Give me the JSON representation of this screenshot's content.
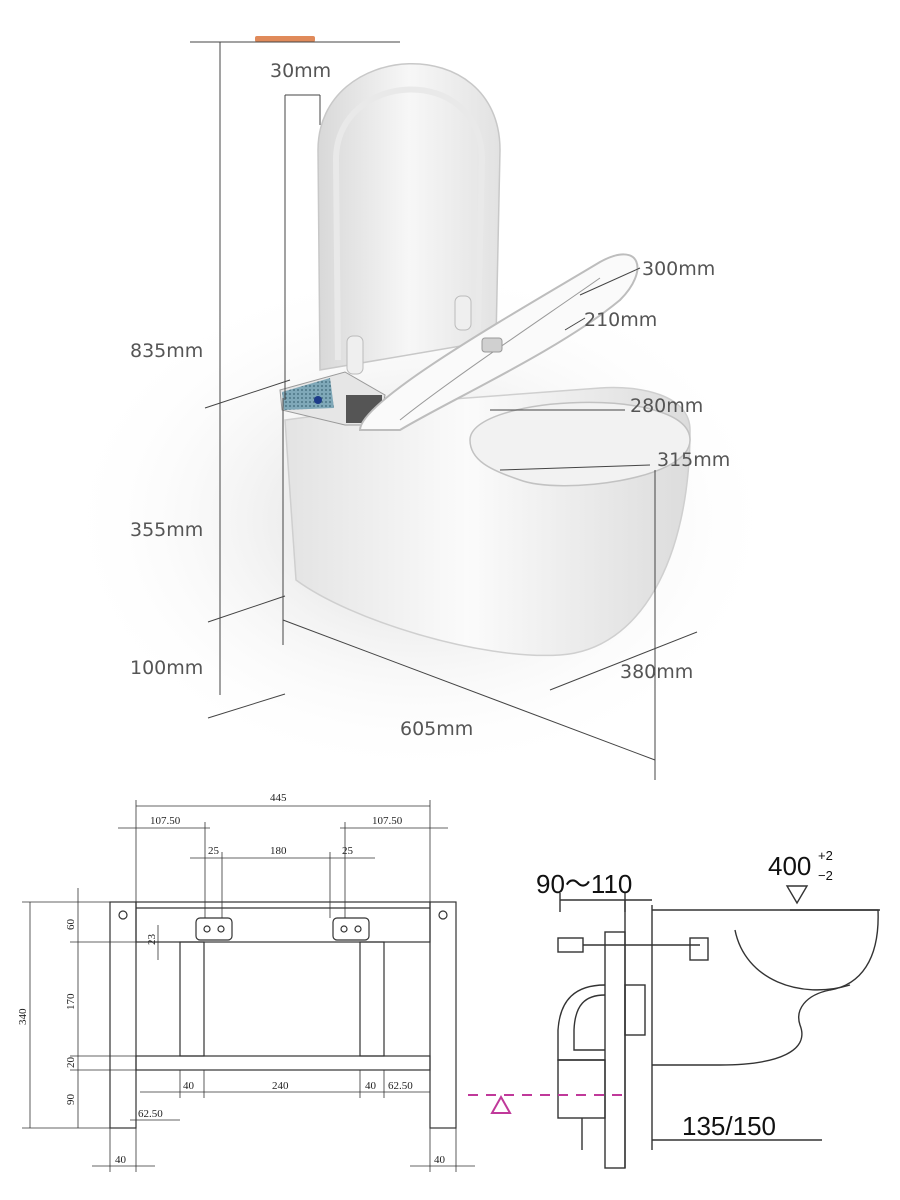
{
  "product_labels": {
    "lid_offset": "30mm",
    "seat_width": "300mm",
    "seat_inner": "210mm",
    "bowl_opening_width": "280mm",
    "bowl_opening_length": "315mm",
    "total_height": "835mm",
    "bowl_height": "355mm",
    "bottom_gap": "100mm",
    "depth": "605mm",
    "width": "380mm"
  },
  "frame_dims": {
    "overall_width": "445",
    "left_inset": "107.50",
    "right_inset": "107.50",
    "bracket_left": "25",
    "bracket_spacing": "180",
    "bracket_right": "25",
    "overall_height": "340",
    "top_band": "60",
    "bracket_height": "23",
    "middle_band": "170",
    "lower_band": "20",
    "foot_band": "90",
    "lower_left_gap": "40",
    "lower_spacing": "240",
    "lower_right_gap": "40",
    "lower_right_inset": "62.50",
    "lower_left_inset": "62.50",
    "foot_left": "40",
    "foot_right": "40"
  },
  "side_dims": {
    "wall_offset": "90～110",
    "height_nominal": "400",
    "tol_plus": "+2",
    "tol_minus": "−2",
    "floor_clearance": "135/150"
  },
  "colors": {
    "dim_line": "#333333",
    "photo_line": "#444444",
    "ceramic": "#f4f4f4",
    "floor_marker": "#c0399a",
    "accent": "#e08a5a"
  }
}
